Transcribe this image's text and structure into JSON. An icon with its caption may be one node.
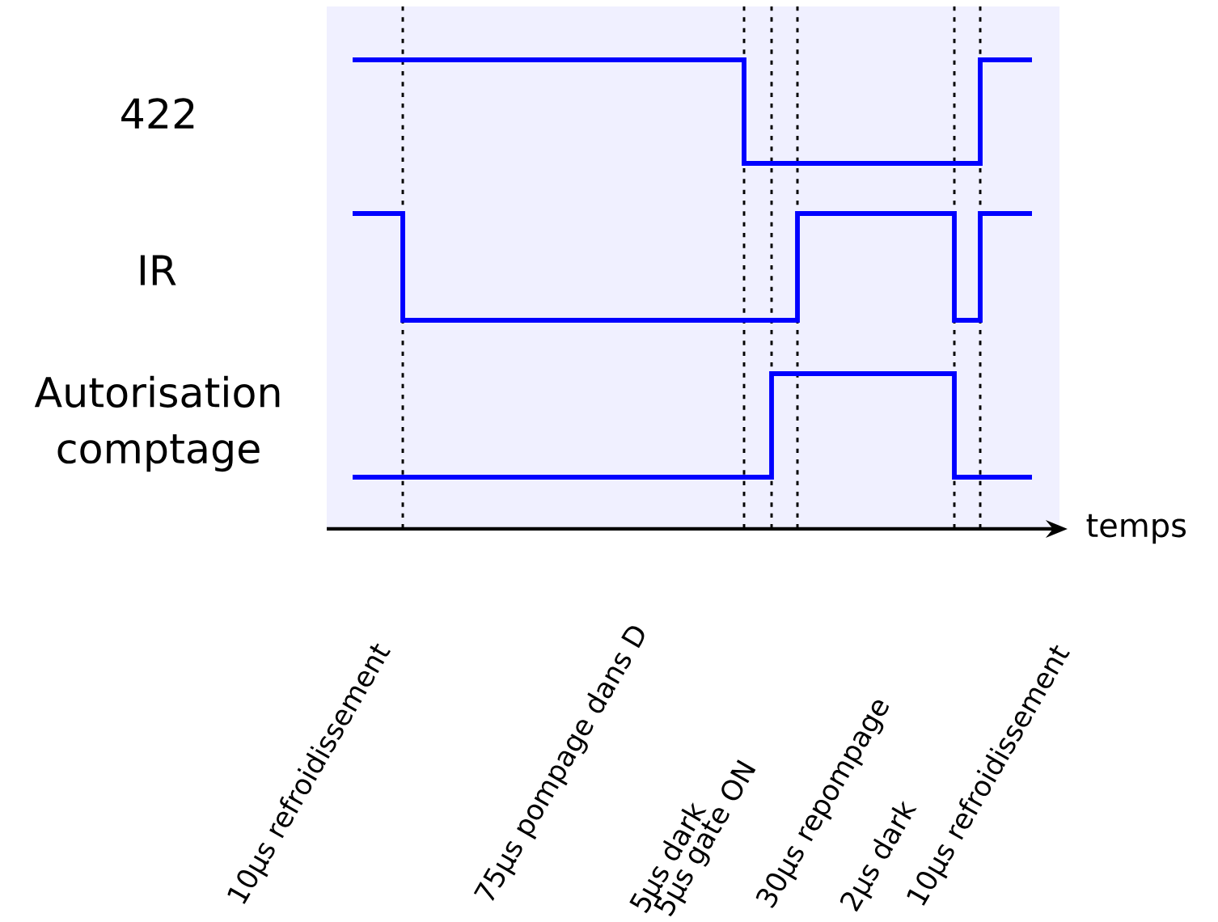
{
  "diagram": {
    "labels": [
      "422",
      "IR",
      "Autorisation comptage",
      "temps",
      "10µs refroidissement",
      "75µs pompage dans D",
      "5µs dark",
      "5µs gate ON",
      "30µs repompage",
      "2µs dark",
      "10µs refroidissement"
    ]
  }
}
